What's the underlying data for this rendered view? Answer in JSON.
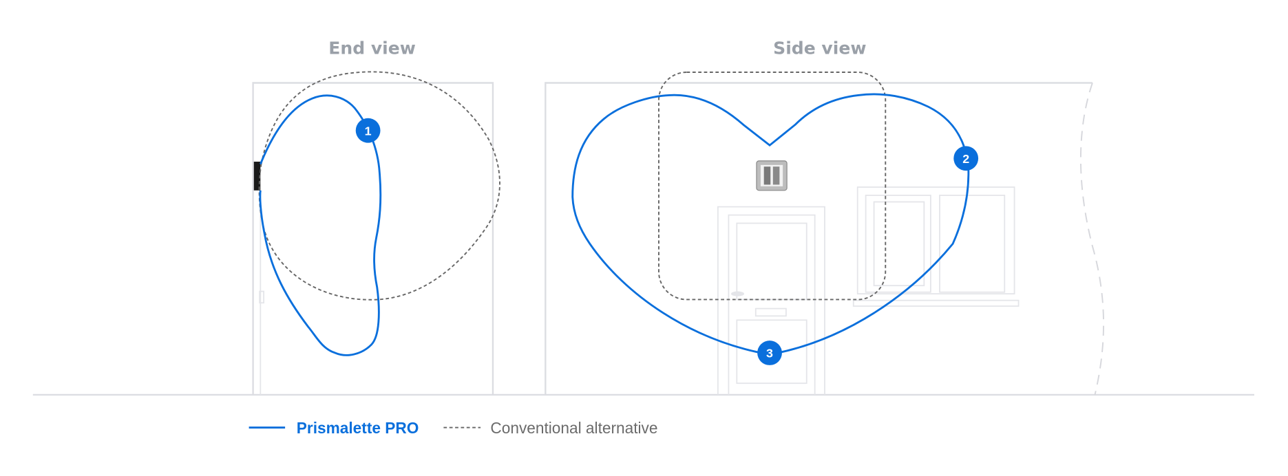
{
  "titles": {
    "end_view": "End view",
    "side_view": "Side view"
  },
  "markers": [
    "1",
    "2",
    "3"
  ],
  "legend": {
    "pro_label": "Prismalette PRO",
    "conventional_label": "Conventional alternative"
  },
  "colors": {
    "pro": "#0a6fdc",
    "conventional": "#666666",
    "title": "#9aa0a8",
    "structure": "#dcdde2"
  }
}
